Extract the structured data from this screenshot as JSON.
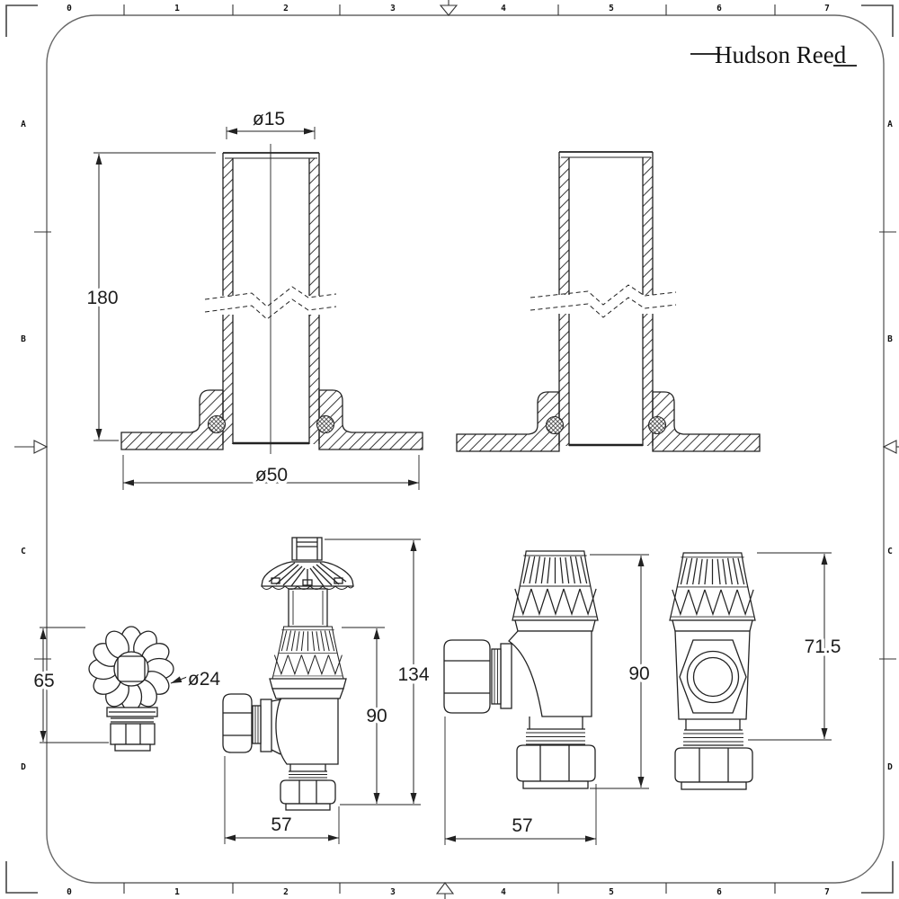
{
  "brand": {
    "logo": "Hudson Reed"
  },
  "sheet": {
    "top_scale": [
      "0",
      "1",
      "2",
      "3",
      "4",
      "5",
      "6",
      "7"
    ],
    "bottom_scale": [
      "0",
      "1",
      "2",
      "3",
      "4",
      "5",
      "6",
      "7"
    ],
    "left_scale": [
      "A",
      "B",
      "C",
      "D"
    ],
    "right_scale": [
      "A",
      "B",
      "C",
      "D"
    ]
  },
  "pipe_cover_section": {
    "top_diameter": "ø15",
    "height": "180",
    "base_diameter": "ø50"
  },
  "valve_head_top_view": {
    "overall_height": "65",
    "spindle_diameter": "ø24"
  },
  "trv_side_view": {
    "overall_height": "134",
    "body_height": "90",
    "depth": "57"
  },
  "lockshield_side_view": {
    "body_height": "90",
    "depth": "57"
  },
  "valve_front_view": {
    "body_height": "71.5"
  },
  "colors": {
    "line": "#222222",
    "frame": "#666666",
    "background": "#ffffff"
  }
}
